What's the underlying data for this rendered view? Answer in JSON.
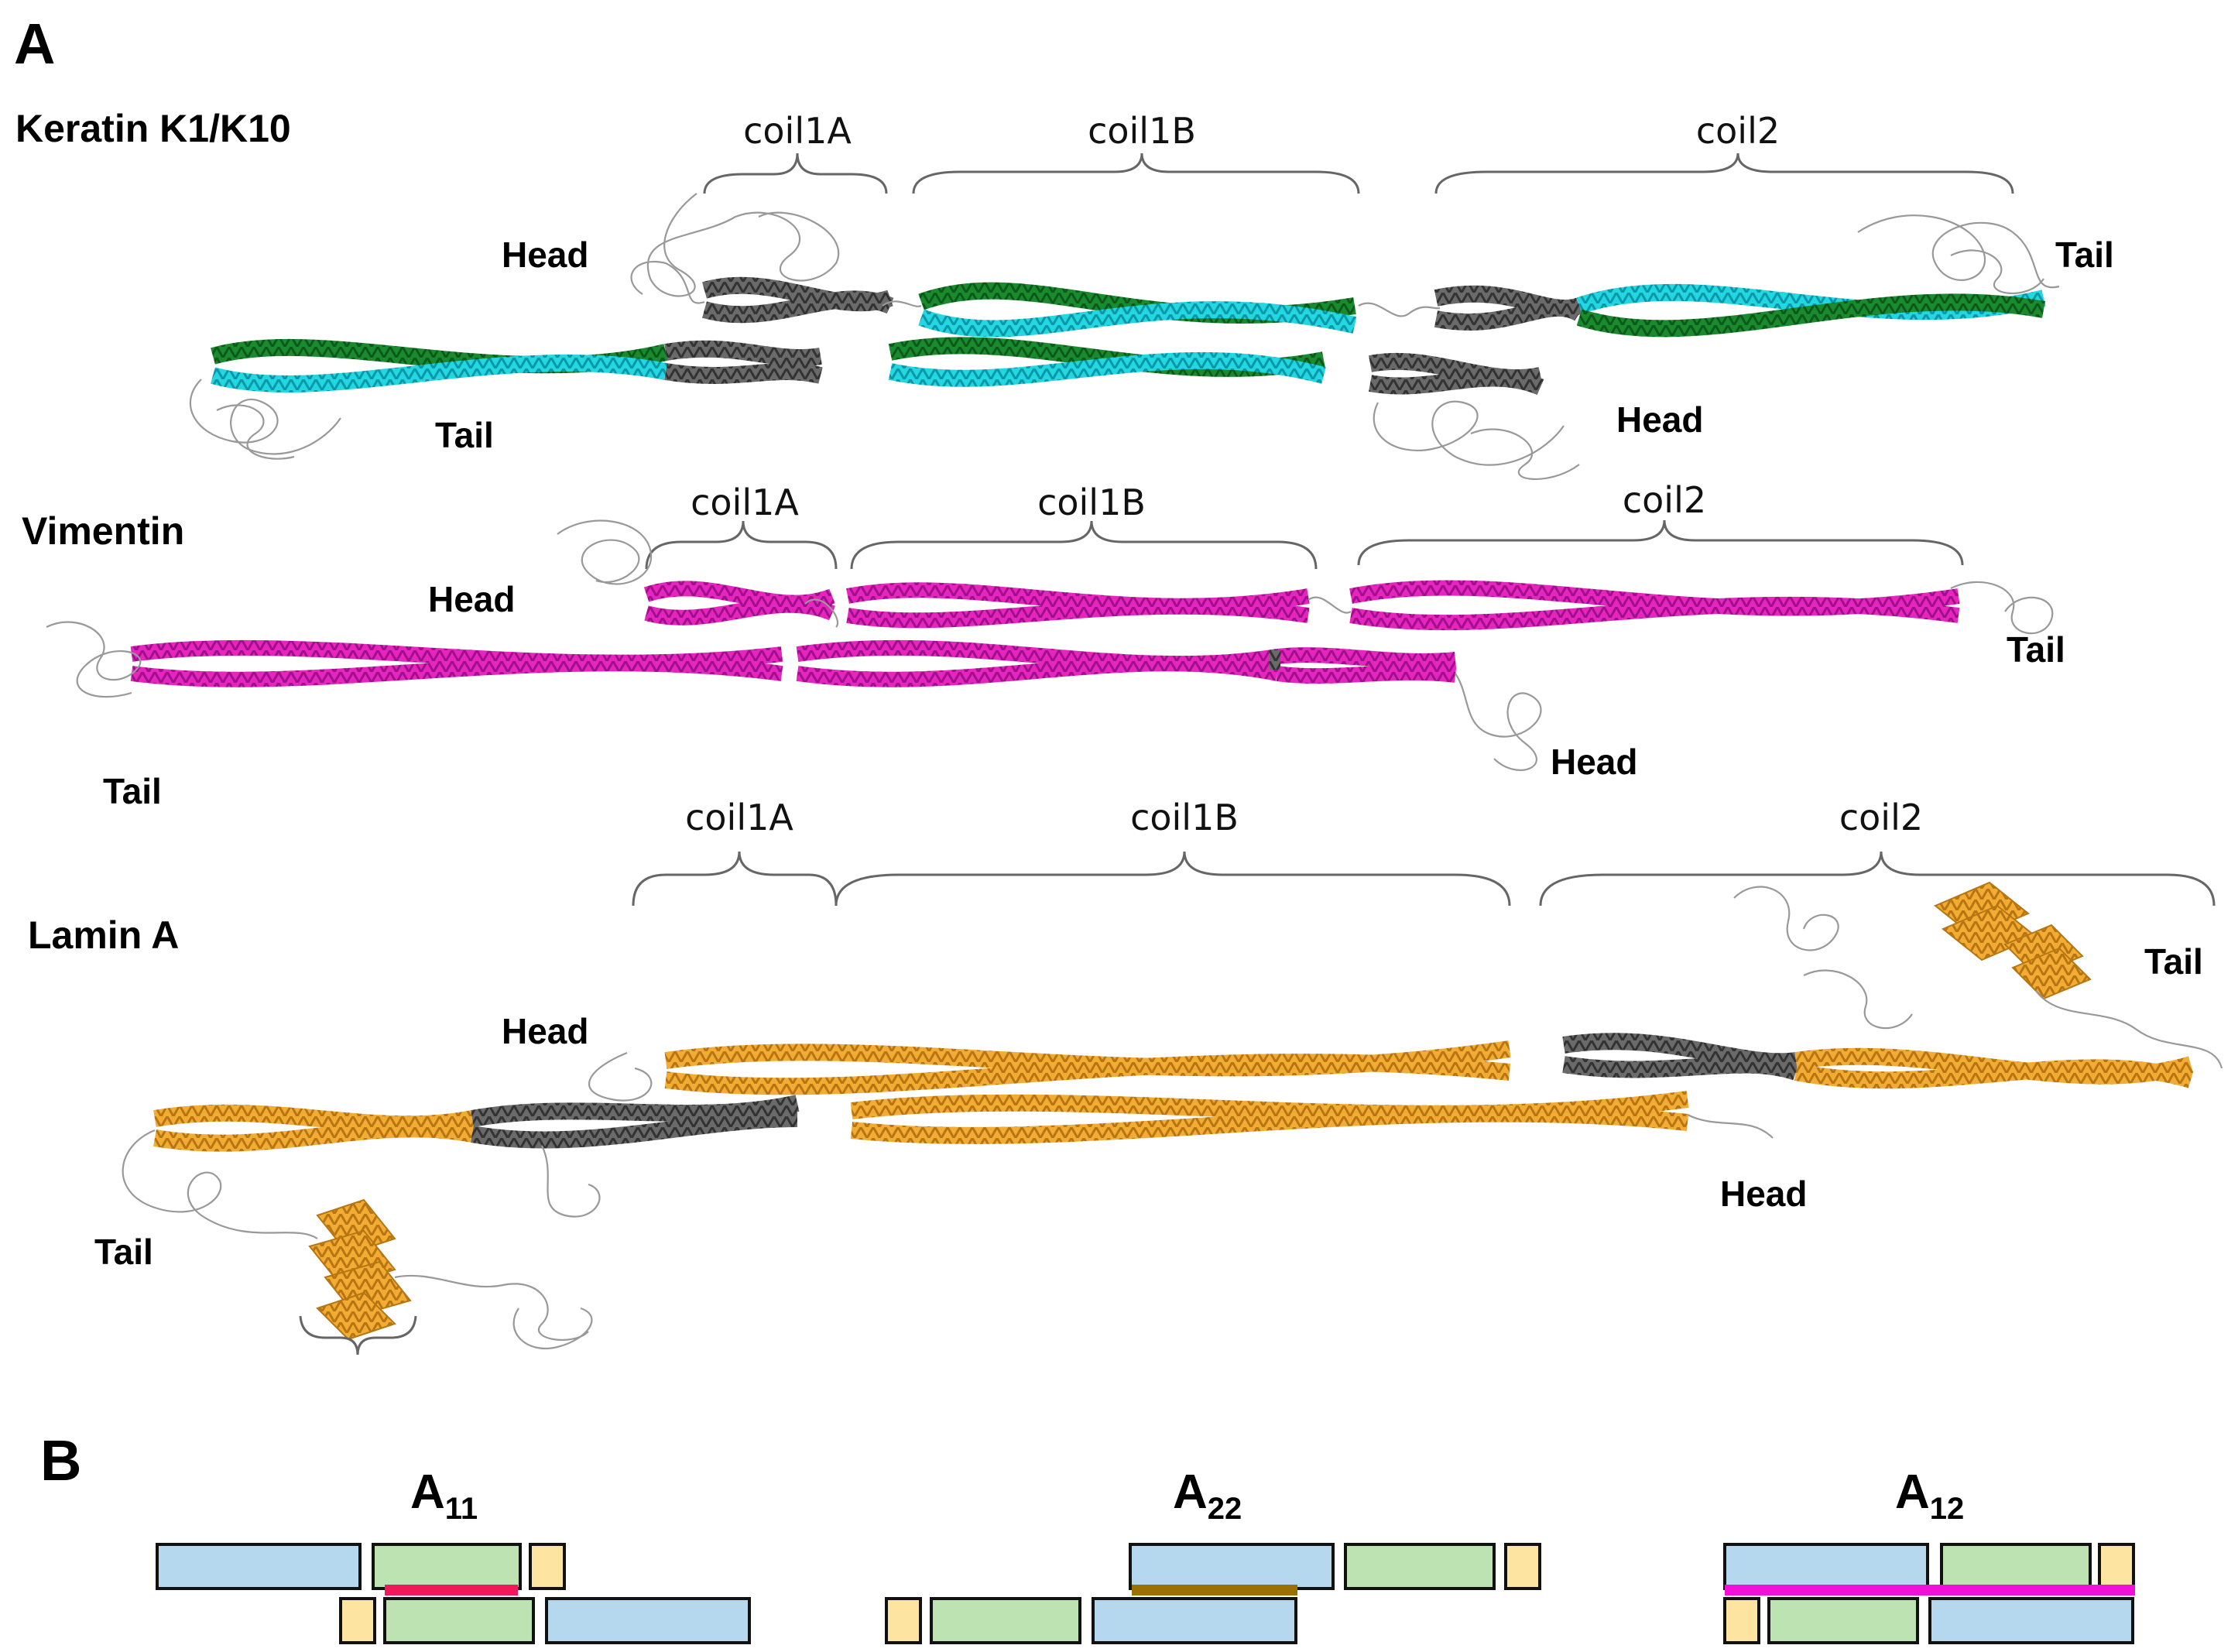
{
  "panel_a": {
    "letter": "A",
    "proteins": [
      {
        "name": "Keratin K1/K10",
        "coils": [
          "coil1A",
          "coil1B",
          "coil2"
        ],
        "regions": [
          "Head",
          "Tail",
          "Head",
          "Tail"
        ],
        "colors": {
          "strand1": "#1a8a2e",
          "strand2": "#1ed4e0",
          "linker": "#555555"
        }
      },
      {
        "name": "Vimentin",
        "coils": [
          "coil1A",
          "coil1B",
          "coil2"
        ],
        "regions": [
          "Head",
          "Tail",
          "Head",
          "Tail"
        ],
        "colors": {
          "strand1": "#e020b8",
          "strand2": "#e020b8",
          "linker": "#555555"
        }
      },
      {
        "name": "Lamin A",
        "coils": [
          "coil1A",
          "coil1B",
          "coil2"
        ],
        "regions": [
          "Head",
          "Tail",
          "Head",
          "Tail"
        ],
        "colors": {
          "strand1": "#f0a830",
          "strand2": "#f0a830",
          "linker": "#555555"
        }
      }
    ]
  },
  "panel_b": {
    "letter": "B",
    "dimers": [
      {
        "main": "A",
        "sub": "11",
        "overlap_color": "#f0175a"
      },
      {
        "main": "A",
        "sub": "22",
        "overlap_color": "#9a7000"
      },
      {
        "main": "A",
        "sub": "12",
        "overlap_color": "#f010d8"
      }
    ],
    "segment_colors": {
      "coil1": "#b5d8ee",
      "coil2": "#bde3b2",
      "tail": "#fde4a0"
    }
  }
}
